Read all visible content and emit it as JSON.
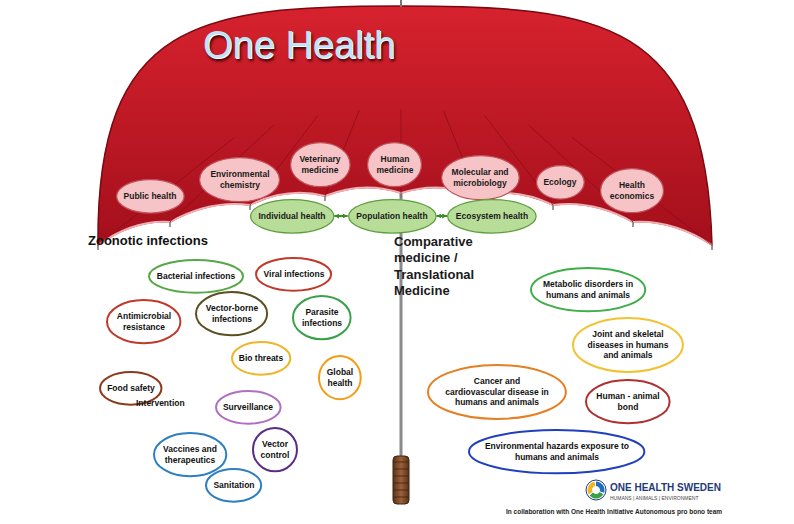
{
  "diagram": {
    "title": "One Health",
    "nodes": [
      {
        "text": [
          "Public health"
        ]
      },
      {
        "text": [
          "Environmental chemistry"
        ]
      },
      {
        "text": [
          "Veterinary medicine"
        ]
      },
      {
        "text": [
          "Human medicine"
        ]
      },
      {
        "text": [
          "Molecular and microbiology"
        ]
      },
      {
        "text": [
          "Ecology"
        ]
      },
      {
        "text": [
          "Health economics"
        ]
      },
      {
        "text": [
          "Individual health"
        ]
      },
      {
        "text": [
          "Population health"
        ]
      },
      {
        "text": [
          "Ecosystem health"
        ]
      },
      {
        "text": [
          "Zoonotic infections"
        ]
      },
      {
        "text": [
          "Bacterial infections"
        ],
        "in": 10
      },
      {
        "text": [
          "Viral infections"
        ],
        "in": 10
      },
      {
        "text": [
          "Antimicrobial resistance"
        ],
        "in": 10
      },
      {
        "text": [
          "Vector-borne infections"
        ],
        "in": 10
      },
      {
        "text": [
          "Parasite infections"
        ],
        "in": 10
      },
      {
        "text": [
          "Bio threats"
        ],
        "in": 10
      },
      {
        "text": [
          "Food safety"
        ],
        "in": 10
      },
      {
        "text": [
          "Global health"
        ],
        "in": 10
      },
      {
        "text": [
          "Intervention"
        ],
        "in": 10
      },
      {
        "text": [
          "Surveillance"
        ],
        "in": 19
      },
      {
        "text": [
          "Vaccines and therapeutics"
        ],
        "in": 19
      },
      {
        "text": [
          "Vector control"
        ],
        "in": 19
      },
      {
        "text": [
          "Sanitation"
        ],
        "in": 19
      },
      {
        "text": [
          "Comparative medicine / Translational Medicine"
        ]
      },
      {
        "text": [
          "Metabolic disorders in humans and animals"
        ],
        "in": 24
      },
      {
        "text": [
          "Joint and skeletal diseases in humans and animals"
        ],
        "in": 24
      },
      {
        "text": [
          "Cancer and cardiovascular disease in humans and animals"
        ],
        "in": 24
      },
      {
        "text": [
          "Human - animal bond"
        ],
        "in": 24
      },
      {
        "text": [
          "Environmental hazards exposure to humans and animals"
        ],
        "in": 24
      }
    ],
    "edges": [
      {
        "from": 7,
        "to": 8,
        "arrow": "both"
      },
      {
        "from": 8,
        "to": 9,
        "arrow": "both"
      }
    ],
    "labels": [
      "ONE HEALTH SWEDEN",
      "HUMANS | ANIMALS | ENVIRONMENT",
      "In collaboration with One Health Initiative Autonomous pro bono team"
    ]
  }
}
